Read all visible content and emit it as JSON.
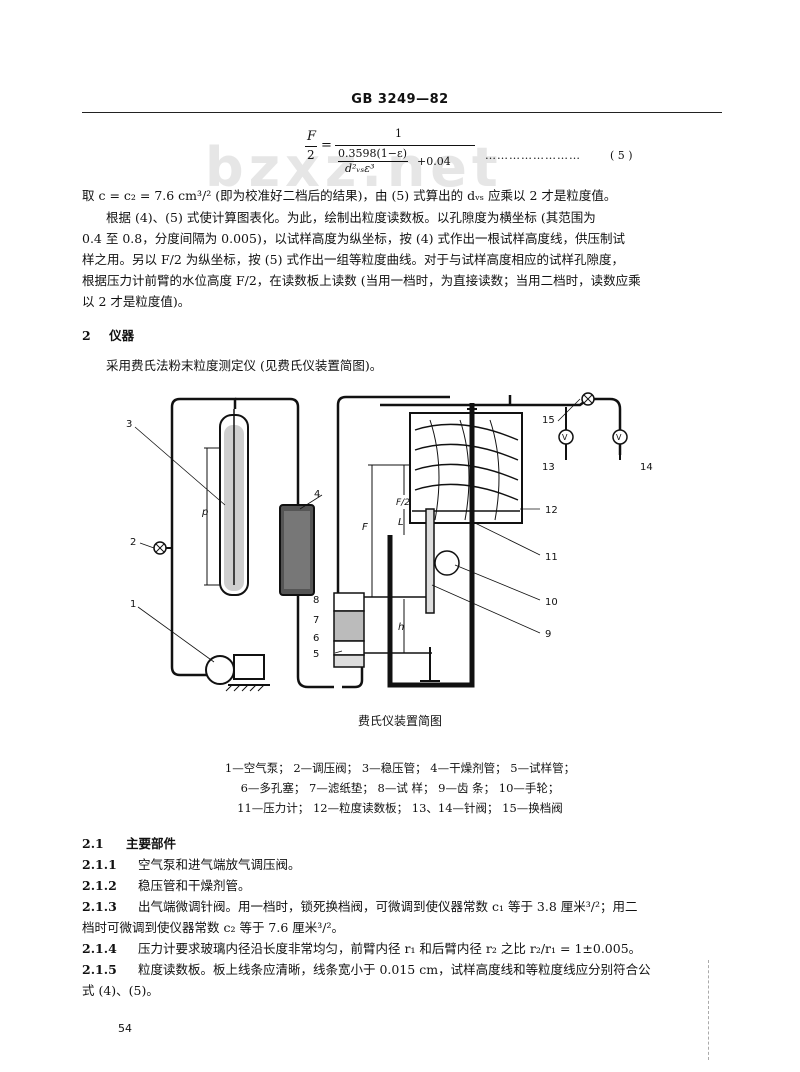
{
  "header": {
    "code": "GB 3249—82"
  },
  "watermark": "bzxz.net",
  "formula": {
    "lhs_num": "F",
    "lhs_den": "2",
    "rhs_num": "1",
    "rhs_den_top": "0.3598(1−ε)",
    "rhs_den_bottom": "d²ᵥₛε³",
    "plus": "+0.04",
    "leaders": "……………………",
    "number": "( 5 )"
  },
  "paragraphs": {
    "p1": "取 c = c₂ = 7.6 cm³/² (即为校准好二档后的结果)，由 (5) 式算出的 dᵥₛ 应乘以 2 才是粒度值。",
    "p2_l1": "根据 (4)、(5) 式使计算图表化。为此，绘制出粒度读数板。以孔隙度为横坐标 (其范围为",
    "p2_l2": "0.4 至 0.8，分度间隔为 0.005)，以试样高度为纵坐标，按 (4) 式作出一根试样高度线，供压制试",
    "p2_l3": "样之用。另以 F/2 为纵坐标，按 (5) 式作出一组等粒度曲线。对于与试样高度相应的试样孔隙度，",
    "p2_l4": "根据压力计前臂的水位高度 F/2，在读数板上读数 (当用一档时，为直接读数；当用二档时，读数应乘",
    "p2_l5": "以 2 才是粒度值)。"
  },
  "section2": {
    "num": "2",
    "title": "仪器",
    "intro": "采用费氏法粉末粒度测定仪 (见费氏仪装置简图)。"
  },
  "diagram": {
    "caption": "费氏仪装置简图",
    "labels": [
      "1",
      "2",
      "3",
      "4",
      "5",
      "6",
      "7",
      "8",
      "9",
      "10",
      "11",
      "12",
      "13",
      "14",
      "15"
    ],
    "dim_p": "p",
    "dim_F": "F",
    "dim_F2": "F/2",
    "dim_L": "L",
    "dim_h": "h",
    "valve_v": "V"
  },
  "legend": {
    "row1": "1—空气泵；   2—调压阀；   3—稳压管；   4—干燥剂管；   5—试样管；",
    "row2": "6—多孔塞；   7—滤纸垫；   8—试   样；   9—齿   条；   10—手轮；",
    "row3": "11—压力计；   12—粒度读数板；   13、14—针阀；   15—换档阀"
  },
  "items": [
    {
      "num": "2.1",
      "text": "主要部件"
    },
    {
      "num": "2.1.1",
      "text": "空气泵和进气端放气调压阀。"
    },
    {
      "num": "2.1.2",
      "text": "稳压管和干燥剂管。"
    },
    {
      "num": "2.1.3",
      "text": "出气端微调针阀。用一档时，锁死换档阀，可微调到使仪器常数 c₁ 等于 3.8 厘米³/²；用二"
    },
    {
      "num": "",
      "text": "档时可微调到使仪器常数 c₂ 等于 7.6 厘米³/²。"
    },
    {
      "num": "2.1.4",
      "text": "压力计要求玻璃内径沿长度非常均匀，前臂内径 r₁ 和后臂内径 r₂ 之比 r₂/r₁ = 1±0.005。"
    },
    {
      "num": "2.1.5",
      "text": "粒度读数板。板上线条应清晰，线条宽小于 0.015 cm，试样高度线和等粒度线应分别符合公"
    },
    {
      "num": "",
      "text": "式 (4)、(5)。"
    }
  ],
  "page_number": "54"
}
